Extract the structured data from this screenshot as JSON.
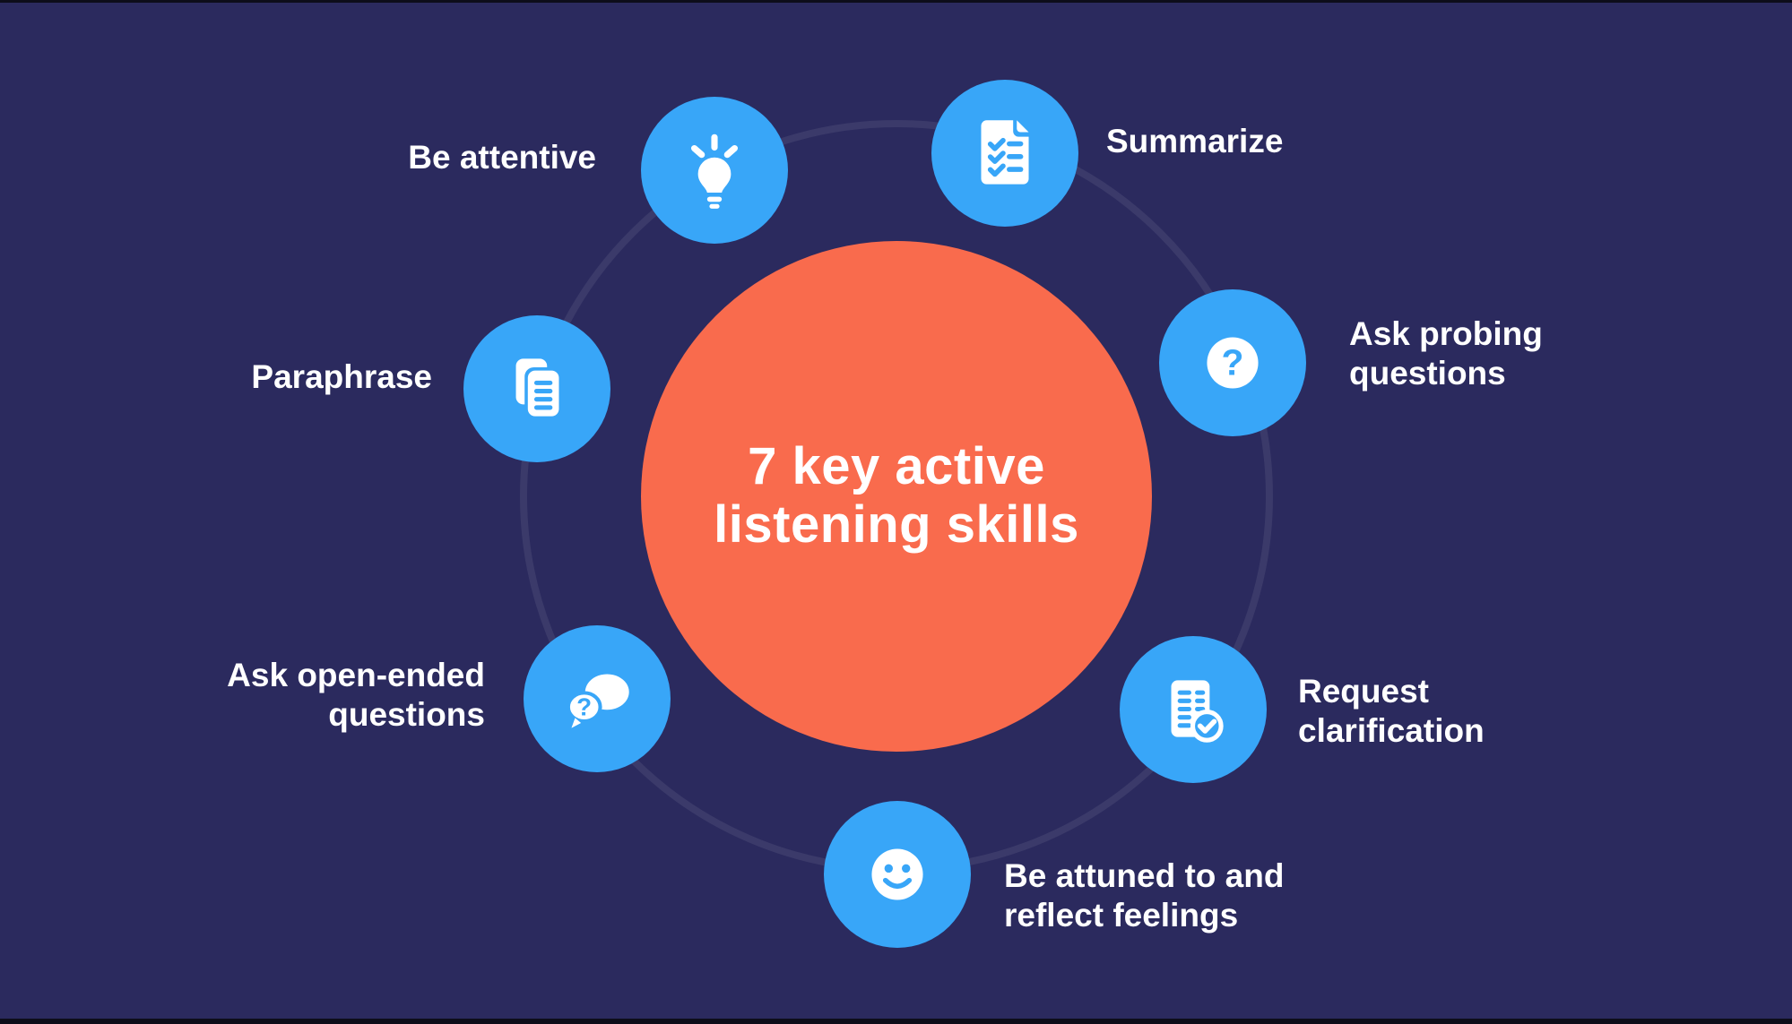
{
  "title": {
    "lines": [
      "7 key active",
      "listening skills"
    ]
  },
  "colors": {
    "background": "#2b2a5e",
    "accent_orange": "#f96b4d",
    "accent_blue": "#38a6f8",
    "text_white": "#ffffff"
  },
  "items": [
    {
      "id": "be-attentive",
      "icon": "lightbulb-icon",
      "lines": [
        "Be attentive"
      ]
    },
    {
      "id": "summarize",
      "icon": "checklist-document-icon",
      "lines": [
        "Summarize"
      ]
    },
    {
      "id": "ask-probing-questions",
      "icon": "question-mark-icon",
      "lines": [
        "Ask probing",
        "questions"
      ]
    },
    {
      "id": "request-clarification",
      "icon": "document-check-icon",
      "lines": [
        "Request",
        "clarification"
      ]
    },
    {
      "id": "be-attuned-reflect-feelings",
      "icon": "smiley-face-icon",
      "lines": [
        "Be attuned to and",
        "reflect feelings"
      ]
    },
    {
      "id": "ask-open-ended-questions",
      "icon": "chat-bubbles-question-icon",
      "lines": [
        "Ask open-ended",
        "questions"
      ]
    },
    {
      "id": "paraphrase",
      "icon": "copy-documents-icon",
      "lines": [
        "Paraphrase"
      ]
    }
  ]
}
